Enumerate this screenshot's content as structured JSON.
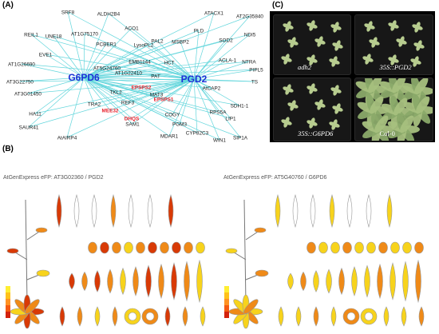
{
  "panels": {
    "A": "(A)",
    "B": "(B)",
    "C": "(C)"
  },
  "network": {
    "hubs": [
      {
        "id": "G6PD6",
        "label": "G6PD6"
      },
      {
        "id": "PGD2",
        "label": "PGD2"
      }
    ],
    "highlight_genes": [
      "EPSPS2",
      "EPSPS1",
      "MEE32",
      "DHQS"
    ],
    "genes": [
      "SRF8",
      "ALDH2B4",
      "ATACX1",
      "AT2G35840",
      "REIL1",
      "UNE18",
      "AT1G75170",
      "ACO1",
      "PLD",
      "SOD2",
      "NDI5",
      "EVE1",
      "PCBER1",
      "LysoPL2",
      "PAL2",
      "MSBP2",
      "ACLA-1",
      "NTRA",
      "PIPL5",
      "AT1G26690",
      "AT5G24760",
      "EMB1144",
      "HCT",
      "TS",
      "AT3G22750",
      "AT1G22410",
      "EPSPS2",
      "PAT",
      "AtCAP2",
      "AT3G01450",
      "TKL2",
      "MAT3",
      "EPSPS1",
      "SDH1-1",
      "TRA2",
      "REF3",
      "MEE32",
      "DHQS",
      "HA11",
      "SAM1",
      "COGY",
      "RPS5A",
      "LIP1",
      "SAUR41",
      "PGM3",
      "MDAR1",
      "CYP82C3",
      "WIN1",
      "SIP1A",
      "AtAIRP4"
    ],
    "colors": {
      "edge": "#63d6dc",
      "hub": "#1d2fd6",
      "highlight": "#e8212c",
      "gene": "#222222"
    }
  },
  "efp": {
    "left_title": "AtGenExpress eFP: AT3G02360 / PGD2",
    "right_title": "AtGenExpress eFP: AT5G40760 / G6PD6",
    "colors": {
      "high": "#d83a06",
      "mid": "#ef8a18",
      "low": "#f7d31c",
      "outline": "#999999"
    }
  },
  "photo": {
    "plates": [
      {
        "label": "adh2",
        "italic": true
      },
      {
        "label": "35S::PGD2",
        "italic": true
      },
      {
        "label": "35S::G6PD6",
        "italic": true
      },
      {
        "label": "Col-0",
        "italic": false
      }
    ]
  }
}
